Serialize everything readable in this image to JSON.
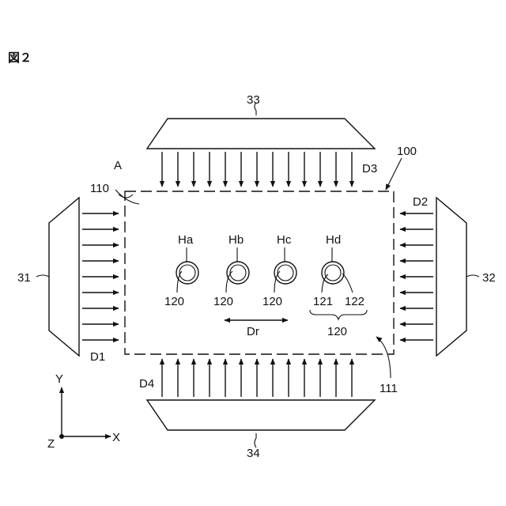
{
  "figure": {
    "title": "図２",
    "labels": {
      "emitter_top": "33",
      "emitter_left": "31",
      "emitter_right": "32",
      "emitter_bottom": "34",
      "device": "100",
      "region": "A",
      "substrate": "110",
      "edge": "111",
      "dir_top": "D3",
      "dir_right": "D2",
      "dir_left": "D1",
      "dir_bottom": "D4",
      "motion": "Dr",
      "hole_group": "120",
      "inner_part": "121",
      "outer_part": "122"
    },
    "holes": [
      {
        "name": "Ha",
        "ref": "120"
      },
      {
        "name": "Hb",
        "ref": "120"
      },
      {
        "name": "Hc",
        "ref": "120"
      },
      {
        "name": "Hd",
        "ref": ""
      }
    ],
    "axes": {
      "y": "Y",
      "x": "X",
      "z": "Z"
    }
  }
}
